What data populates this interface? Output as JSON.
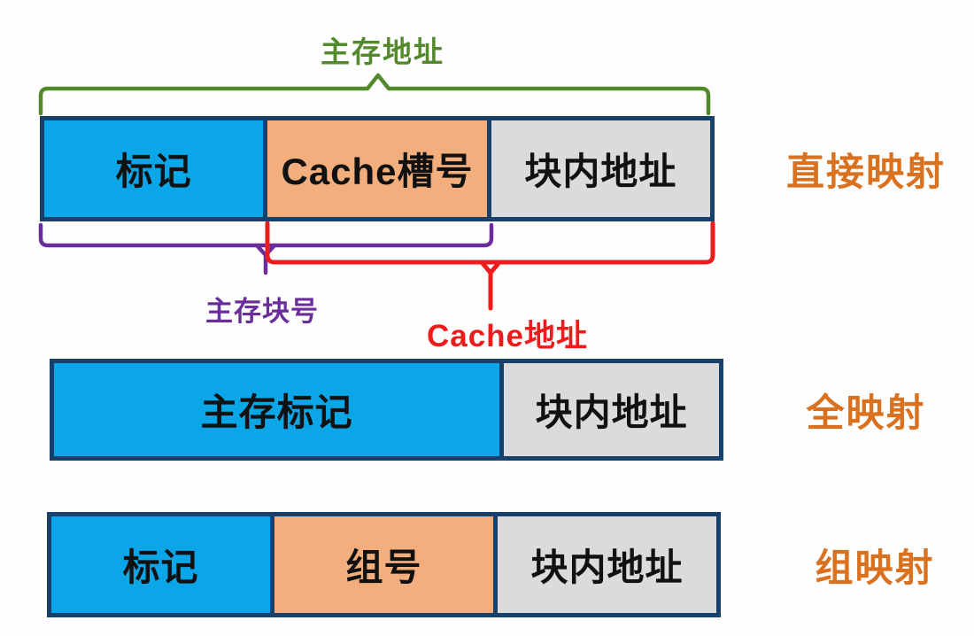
{
  "colors": {
    "blue_fill": "#0aa6e8",
    "orange_fill": "#f3ae7d",
    "gray_fill": "#dbdbdd",
    "border_navy": "#17406d",
    "green": "#52892b",
    "purple": "#6b2d9b",
    "red": "#ed1c1c",
    "label_orange": "#d9711f",
    "text_black": "#111111"
  },
  "braces": {
    "main_memory_address": "主存地址",
    "main_memory_block_number": "主存块号",
    "cache_address": "Cache地址"
  },
  "rows": [
    {
      "label": "直接映射",
      "segments": [
        {
          "text": "标记"
        },
        {
          "text": "Cache槽号"
        },
        {
          "text": "块内地址"
        }
      ]
    },
    {
      "label": "全映射",
      "segments": [
        {
          "text": "主存标记"
        },
        {
          "text": "块内地址"
        }
      ]
    },
    {
      "label": "组映射",
      "segments": [
        {
          "text": "标记"
        },
        {
          "text": "组号"
        },
        {
          "text": "块内地址"
        }
      ]
    }
  ]
}
